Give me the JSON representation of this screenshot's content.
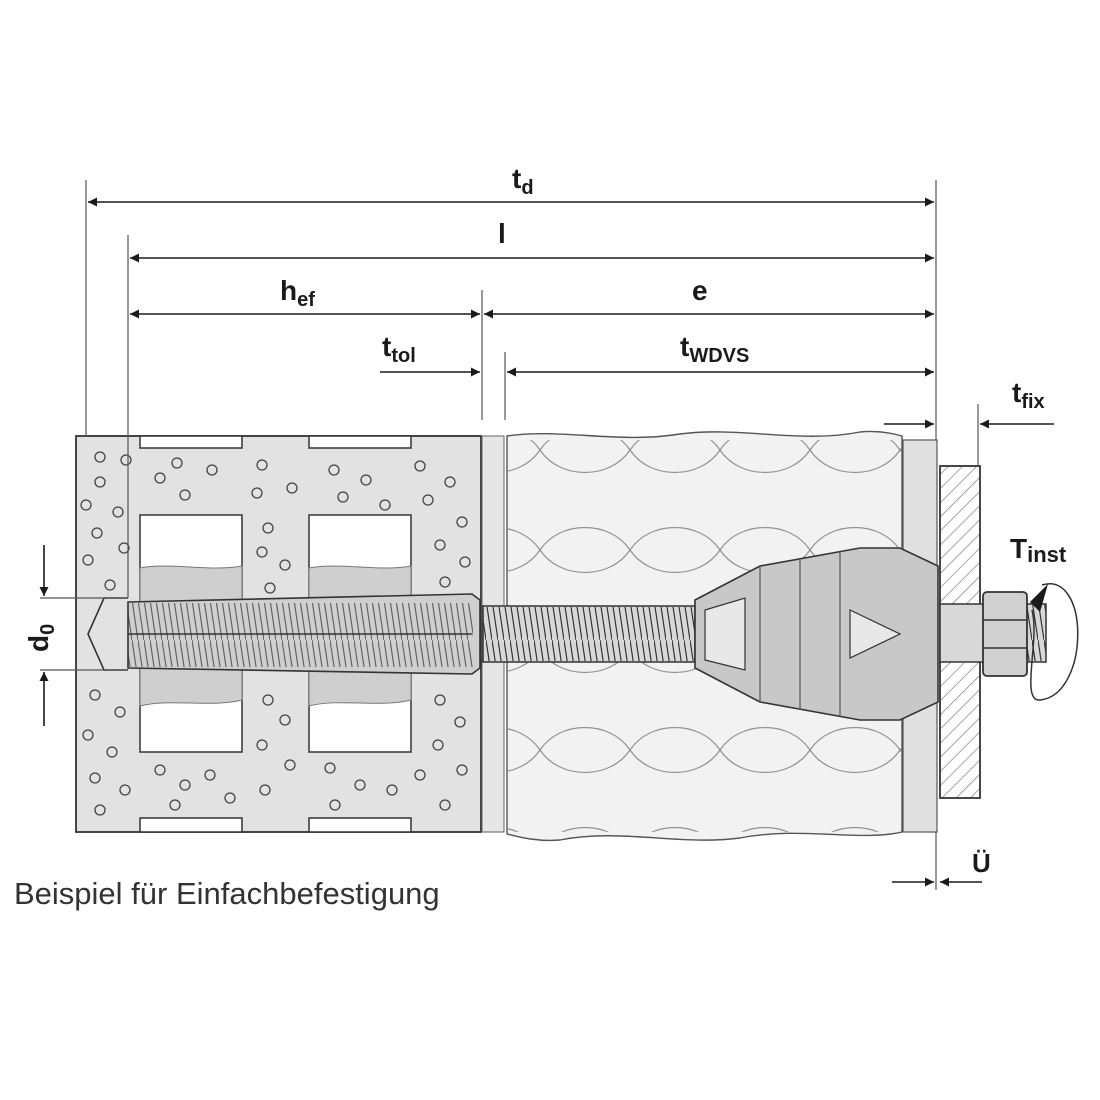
{
  "dimensions": {
    "td": {
      "main": "t",
      "sub": "d"
    },
    "l": {
      "main": "l",
      "sub": ""
    },
    "hef": {
      "main": "h",
      "sub": "ef"
    },
    "e": {
      "main": "e",
      "sub": ""
    },
    "ttol": {
      "main": "t",
      "sub": "tol"
    },
    "twdvs": {
      "main": "t",
      "sub": "WDVS"
    },
    "tfix": {
      "main": "t",
      "sub": "fix"
    },
    "d0": {
      "main": "d",
      "sub": "0"
    },
    "tinst": {
      "main": "T",
      "sub": "inst"
    },
    "u": {
      "main": "Ü",
      "sub": ""
    }
  },
  "caption": "Beispiel für Einfachbefestigung"
}
